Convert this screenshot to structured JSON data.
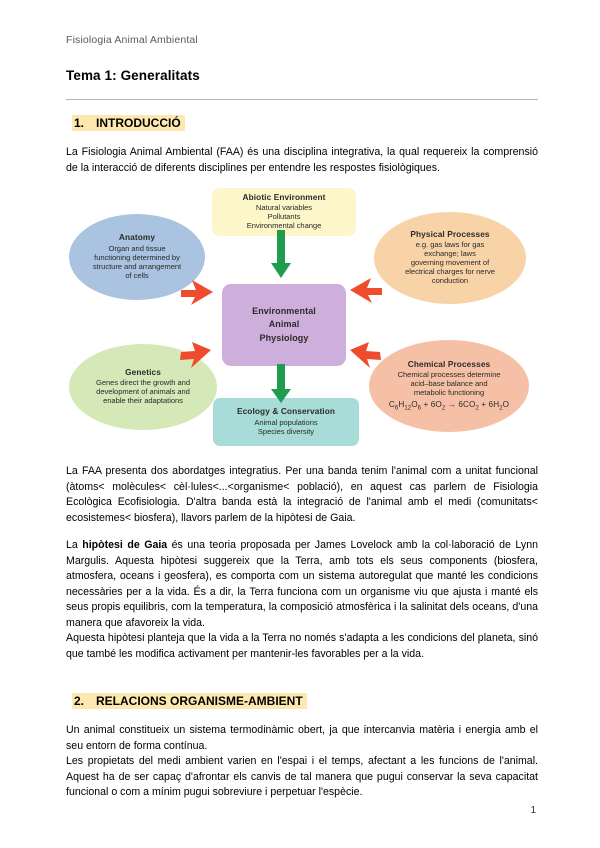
{
  "document": {
    "header": "Fisiologia Animal Ambiental",
    "title": "Tema 1: Generalitats",
    "page_number": "1"
  },
  "sections": [
    {
      "number": "1.",
      "title": "INTRODUCCIÓ",
      "highlight_color": "#fde9b0"
    },
    {
      "number": "2.",
      "title": "RELACIONS ORGANISME-AMBIENT",
      "highlight_color": "#fde9b0"
    }
  ],
  "paragraphs": {
    "intro": "La Fisiologia Animal Ambiental (FAA) és una disciplina integrativa, la qual requereix la comprensió de la interacció de diferents disciplines per entendre les respostes fisiològiques.",
    "after_diagram": "La FAA presenta dos abordatges integratius. Per una banda tenim l'animal com a unitat funcional (àtoms< molècules< cèl·lules<...<organisme< població), en aquest cas parlem de Fisiologia Ecològica Ecofisiologia. D'altra banda està la integració de l'animal amb el medi (comunitats< ecosistemes< biosfera), llavors parlem de la hipòtesi de Gaia.",
    "gaia_lead": "La ",
    "gaia_bold": "hipòtesi de Gaia",
    "gaia_rest": " és una teoria proposada per James Lovelock amb la col·laboració de Lynn Margulis. Aquesta hipòtesi suggereix que la Terra, amb tots els seus components (biosfera, atmosfera, oceans i geosfera), es comporta com un sistema autoregulat que manté les condicions necessàries per a la vida. És a dir, la Terra funciona com un organisme viu que ajusta i manté els seus propis equilibris, com la temperatura, la composició atmosfèrica i la salinitat dels oceans, d'una manera que afavoreix la vida.",
    "gaia_second": "Aquesta hipòtesi planteja que la vida a la Terra no només s'adapta a les condicions del planeta, sinó que també les modifica activament per mantenir-les favorables per a la vida.",
    "section2_first": "Un animal constitueix un sistema termodinàmic obert, ja que intercanvia matèria i energia amb el seu entorn de forma contínua.",
    "section2_second": "Les propietats del medi ambient varien en l'espai i el temps, afectant a les funcions de l'animal. Aquest ha de ser capaç d'afrontar els canvis de tal manera que pugui conservar la seva capacitat funcional o com a mínim pugui sobreviure i perpetuar l'espècie."
  },
  "diagram": {
    "arrow_colors": {
      "vertical": "#1f9d4e",
      "diagonal": "#ee4c2c"
    },
    "nodes": {
      "abiotic": {
        "title": "Abiotic Environment",
        "lines": [
          "Natural variables",
          "Pollutants",
          "Environmental change"
        ],
        "color": "#fcf6c8",
        "shape": "rounded-box"
      },
      "anatomy": {
        "title": "Anatomy",
        "lines": [
          "Organ and tissue",
          "functioning determined by",
          "structure and arrangement",
          "of cells"
        ],
        "color": "#a9c3e0",
        "shape": "ellipse"
      },
      "physical": {
        "title": "Physical Processes",
        "lines": [
          "e.g. gas laws for gas",
          "exchange; laws",
          "governing movement of",
          "electrical charges for nerve",
          "conduction"
        ],
        "color": "#f8d3a8",
        "shape": "ellipse"
      },
      "center": {
        "title_lines": [
          "Environmental",
          "Animal",
          "Physiology"
        ],
        "color": "#ceaedb",
        "shape": "rounded-box"
      },
      "genetics": {
        "title": "Genetics",
        "lines": [
          "Genes direct the growth and",
          "development of animals and",
          "enable their adaptations"
        ],
        "color": "#d5e8b8",
        "shape": "ellipse"
      },
      "chemical": {
        "title": "Chemical Processes",
        "lines": [
          "Chemical processes determine",
          "acid–base balance and",
          "metabolic functioning"
        ],
        "formula": "C6H12O6 + 6O2 → 6CO2 + 6H2O",
        "color": "#f6c0a6",
        "shape": "ellipse"
      },
      "ecology": {
        "title": "Ecology & Conservation",
        "lines": [
          "Animal populations",
          "Species diversity"
        ],
        "color": "#a8dcd8",
        "shape": "rounded-box"
      }
    }
  }
}
